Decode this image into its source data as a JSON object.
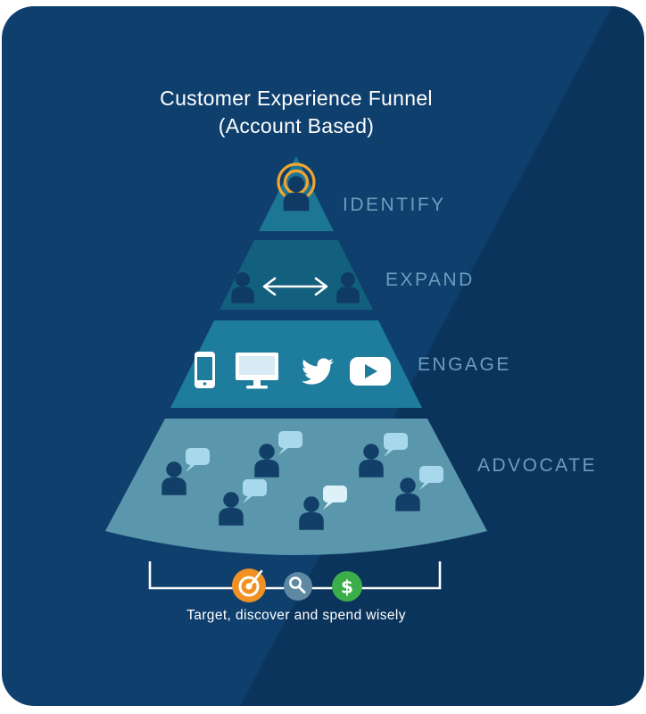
{
  "title": {
    "line1": "Customer Experience Funnel",
    "line2": "(Account Based)"
  },
  "funnel": {
    "tiers": [
      {
        "label": "IDENTIFY",
        "icon": "broadcast-person-icon",
        "color": "#1d7694"
      },
      {
        "label": "EXPAND",
        "icon": "people-exchange-arrow-icon",
        "color": "#135f7e"
      },
      {
        "label": "ENGAGE",
        "icon": "devices-and-social-icons",
        "color": "#1e7d9c"
      },
      {
        "label": "ADVOCATE",
        "icon": "people-speech-bubbles-icon",
        "color": "#5b97ac"
      }
    ]
  },
  "footer": {
    "caption": "Target, discover and spend wisely",
    "icons": [
      {
        "name": "target-dart-icon",
        "color": "#f29123"
      },
      {
        "name": "magnifier-icon",
        "color": "#5f89a3"
      },
      {
        "name": "dollar-icon",
        "color": "#3bad49",
        "glyph": "$"
      }
    ]
  },
  "colors": {
    "background_light": "#0e3f6d",
    "background_dark": "#0b345c",
    "title_text": "#ffffff",
    "tier_label_text": "#6d9dbd",
    "person_navy": "#0e3a63",
    "ring_orange": "#f2a52f",
    "bubble_blue": "#a8d8ec",
    "bubble_white": "#ddf1f9",
    "bracket_white": "#ffffff"
  }
}
